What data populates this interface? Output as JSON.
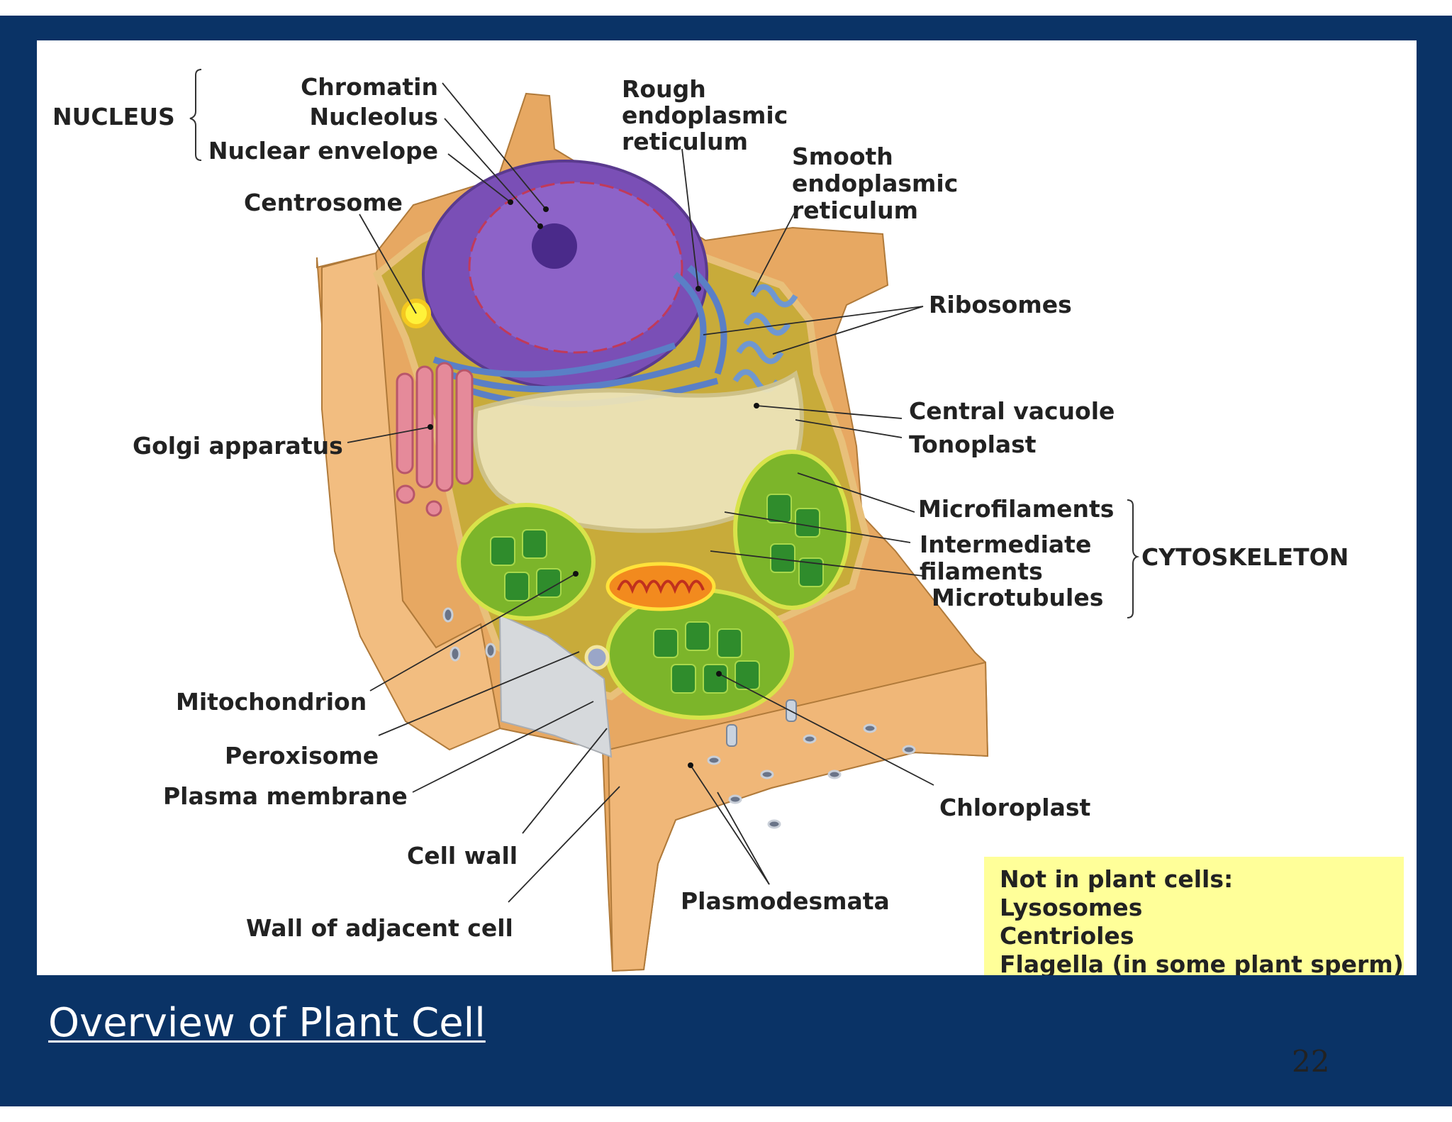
{
  "slide": {
    "title": "Overview of Plant Cell",
    "page_number": "22",
    "background_color": "#0a3366"
  },
  "labels": {
    "nucleus_group": "NUCLEUS",
    "chromatin": "Chromatin",
    "nucleolus": "Nucleolus",
    "nuclear_envelope": "Nuclear envelope",
    "centrosome": "Centrosome",
    "rough_er": [
      "Rough",
      "endoplasmic",
      "reticulum"
    ],
    "smooth_er": [
      "Smooth",
      "endoplasmic",
      "reticulum"
    ],
    "ribosomes": "Ribosomes",
    "central_vacuole": "Central vacuole",
    "tonoplast": "Tonoplast",
    "golgi": "Golgi apparatus",
    "microfilaments": "Microfilaments",
    "intermediate_filaments": [
      "Intermediate",
      "filaments"
    ],
    "microtubules": "Microtubules",
    "cytoskeleton_group": "CYTOSKELETON",
    "mitochondrion": "Mitochondrion",
    "peroxisome": "Peroxisome",
    "plasma_membrane": "Plasma membrane",
    "chloroplast": "Chloroplast",
    "cell_wall": "Cell wall",
    "plasmodesmata": "Plasmodesmata",
    "wall_adjacent": "Wall of adjacent cell"
  },
  "note": {
    "lines": [
      "Not in plant cells:",
      "Lysosomes",
      "Centrioles",
      "Flagella (in some plant sperm)"
    ],
    "background_color": "#ffff99"
  }
}
